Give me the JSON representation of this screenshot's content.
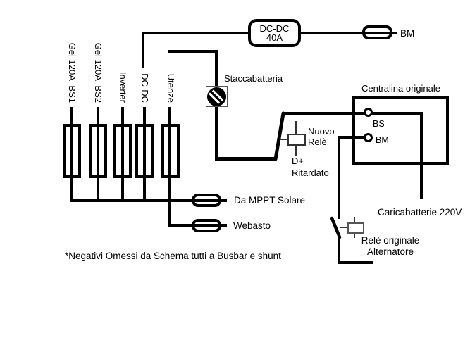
{
  "colors": {
    "wire": "#000000",
    "background": "#ffffff",
    "coil_outline": "#333333"
  },
  "feeds": [
    {
      "label": "Gel 120A  BS1"
    },
    {
      "label": "Gel 120A  BS2"
    },
    {
      "label": "Inverter"
    },
    {
      "label": "DC-DC"
    },
    {
      "label": "Utenze"
    }
  ],
  "top": {
    "dcdc_line1": "DC-DC",
    "dcdc_line2": "40A",
    "bm_label": "BM"
  },
  "staccabatteria": {
    "label": "Staccabatteria"
  },
  "centralina": {
    "title": "Centralina originale",
    "terminal_bs": "BS",
    "terminal_bm": "BM"
  },
  "nuovo_rele": {
    "line1": "Nuovo",
    "line2": "Relè",
    "trigger_line1": "D+",
    "trigger_line2": "Ritardato"
  },
  "outputs": {
    "mppt": "Da MPPT Solare",
    "webasto": "Webasto"
  },
  "right": {
    "caricabatterie": "Caricabatterie 220V",
    "rele_line1": "Relè originale",
    "rele_line2": "Alternatore"
  },
  "footnote": "*Negativi Omessi da Schema tutti a Busbar e shunt"
}
